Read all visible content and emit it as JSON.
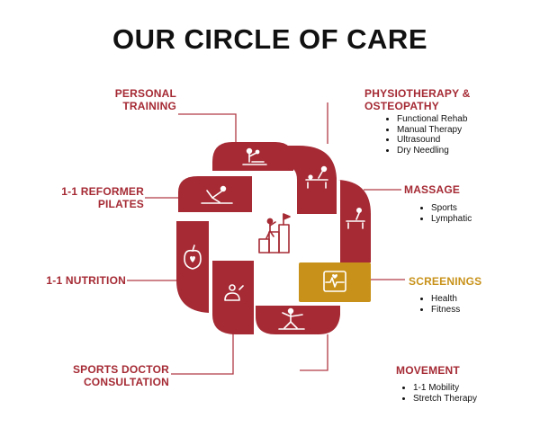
{
  "title": "OUR CIRCLE OF CARE",
  "colors": {
    "primary": "#a52a34",
    "accent": "#c8921a",
    "line": "#b03a44"
  },
  "center_icon": "person-climbing-to-flag-icon",
  "services": [
    {
      "label": "PERSONAL TRAINING",
      "icon": "trainer-icon",
      "items": []
    },
    {
      "label": "PHYSIOTHERAPY & OSTEOPATHY",
      "icon": "physio-treatment-icon",
      "items": [
        "Functional Rehab",
        "Manual Therapy",
        "Ultrasound",
        "Dry Needling"
      ]
    },
    {
      "label": "1-1 REFORMER PILATES",
      "icon": "pilates-icon",
      "items": []
    },
    {
      "label": "MASSAGE",
      "icon": "massage-table-icon",
      "items": [
        "Sports",
        "Lymphatic"
      ]
    },
    {
      "label": "1-1 NUTRITION",
      "icon": "apple-heart-icon",
      "items": []
    },
    {
      "label": "SCREENINGS",
      "icon": "heart-monitor-icon",
      "items": [
        "Health",
        "Fitness"
      ]
    },
    {
      "label": "SPORTS DOCTOR CONSULTATION",
      "icon": "doctor-icon",
      "items": []
    },
    {
      "label": "MOVEMENT",
      "icon": "stretching-person-icon",
      "items": [
        "1-1 Mobility",
        "Stretch Therapy"
      ]
    }
  ]
}
